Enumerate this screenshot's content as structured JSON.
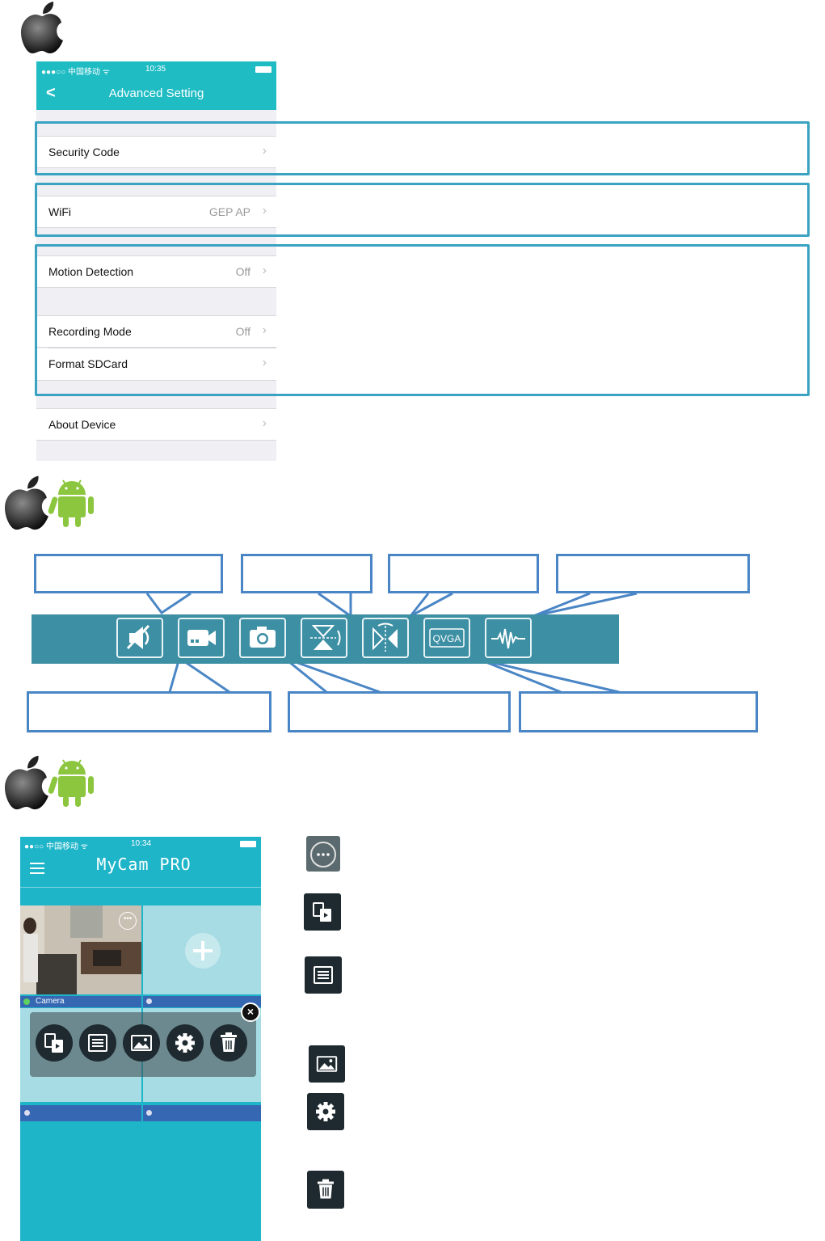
{
  "ios_settings": {
    "status": {
      "carrier": "●●●○○ 中国移动 ᯤ",
      "time": "10:35"
    },
    "nav": {
      "back_icon": "chevron-left-icon",
      "title": "Advanced Setting"
    },
    "rows": [
      {
        "label": "Security Code",
        "value": ""
      },
      {
        "label": "WiFi",
        "value": "GEP AP"
      },
      {
        "label": "Motion Detection",
        "value": "Off"
      },
      {
        "label": "Recording Mode",
        "value": "Off"
      },
      {
        "label": "Format SDCard",
        "value": ""
      },
      {
        "label": "About Device",
        "value": ""
      }
    ],
    "chevron": "›"
  },
  "toolbar": {
    "buttons": [
      {
        "icon": "mute-speaker-icon"
      },
      {
        "icon": "video-record-icon"
      },
      {
        "icon": "camera-snapshot-icon"
      },
      {
        "icon": "flip-vertical-icon"
      },
      {
        "icon": "mirror-horizontal-icon"
      },
      {
        "icon": "resolution-icon",
        "label": "QVGA"
      },
      {
        "icon": "waveform-icon"
      }
    ]
  },
  "mycam": {
    "status": {
      "carrier": "●●○○ 中国移动 ᯤ",
      "time": "10:34"
    },
    "title": "MyCam PRO",
    "camera_label": "Camera",
    "close_label": "×"
  },
  "colors": {
    "accent": "#1fbcc4",
    "frame": "#3aa3c2",
    "callout": "#4a86c5",
    "toolbar": "#3d8fa4"
  }
}
